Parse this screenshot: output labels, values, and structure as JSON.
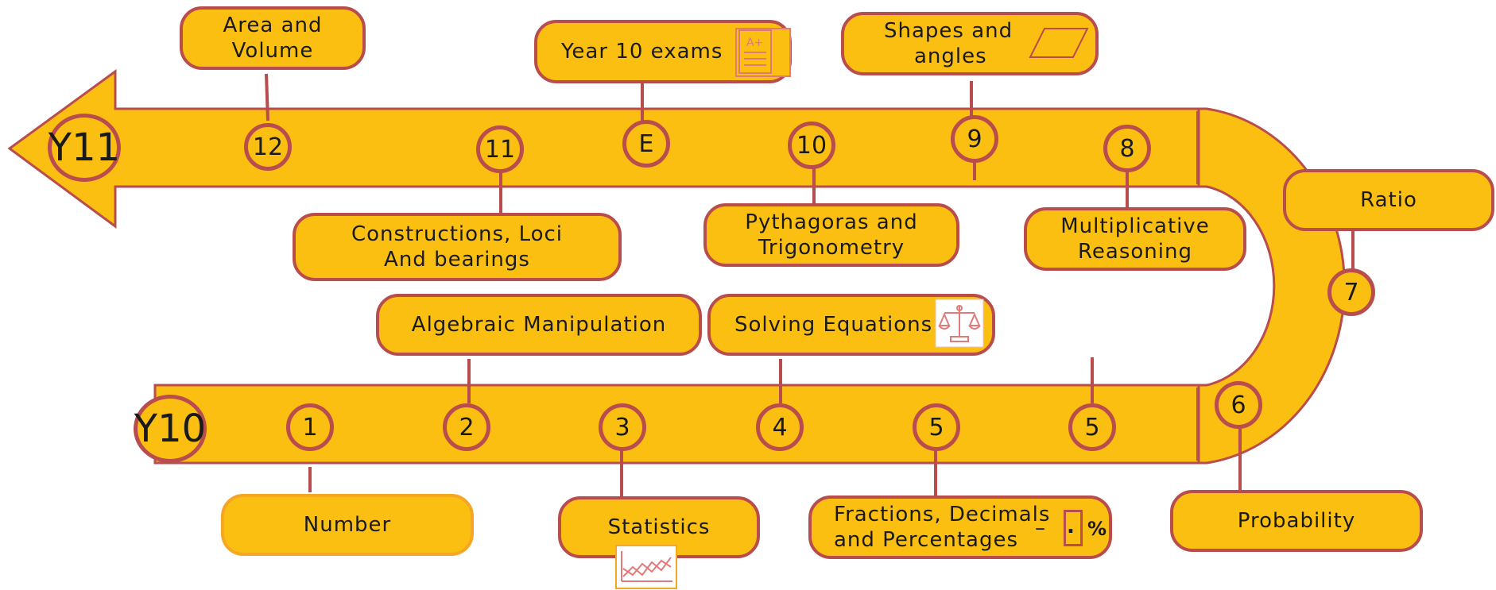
{
  "colors": {
    "band": "#fbbf12",
    "outline": "#b94c4c",
    "text": "#1a1a1a",
    "icon": "#e07b7b"
  },
  "years": {
    "y10": "Y10",
    "y11": "Y11"
  },
  "nodes": {
    "n1": "1",
    "n2": "2",
    "n3": "3",
    "n4": "4",
    "n5a": "5",
    "n5b": "5",
    "n6": "6",
    "n7": "7",
    "n8": "8",
    "n9": "9",
    "n10": "10",
    "n11": "11",
    "n12": "12",
    "ne": "E"
  },
  "topics": {
    "number": [
      "Number"
    ],
    "algebraic": [
      "Algebraic  Manipulation"
    ],
    "statistics": [
      "Statistics"
    ],
    "solving": [
      "Solving  Equations"
    ],
    "fractions": [
      "Fractions, Decimals",
      "and Percentages"
    ],
    "probability": [
      "Probability"
    ],
    "ratio": [
      "Ratio"
    ],
    "multiplicative": [
      "Multiplicative",
      "Reasoning"
    ],
    "pythagoras": [
      "Pythagoras  and",
      "Trigonometry"
    ],
    "shapes": [
      "Shapes  and",
      "angles"
    ],
    "exams": [
      "Year  10 exams"
    ],
    "constructions": [
      "Constructions, Loci",
      "And  bearings"
    ],
    "area": [
      "Area  and",
      "Volume"
    ]
  },
  "icons": {
    "exam": "exam-paper-icon",
    "shape": "parallelogram-icon",
    "scales": "balance-scales-icon",
    "stats": "line-graph-icon",
    "fraction": "fraction-decimal-percent-icon",
    "fraction_glyphs": {
      "dash": "–",
      "dot": ".",
      "percent": "%"
    },
    "exam_grade": "A+"
  }
}
